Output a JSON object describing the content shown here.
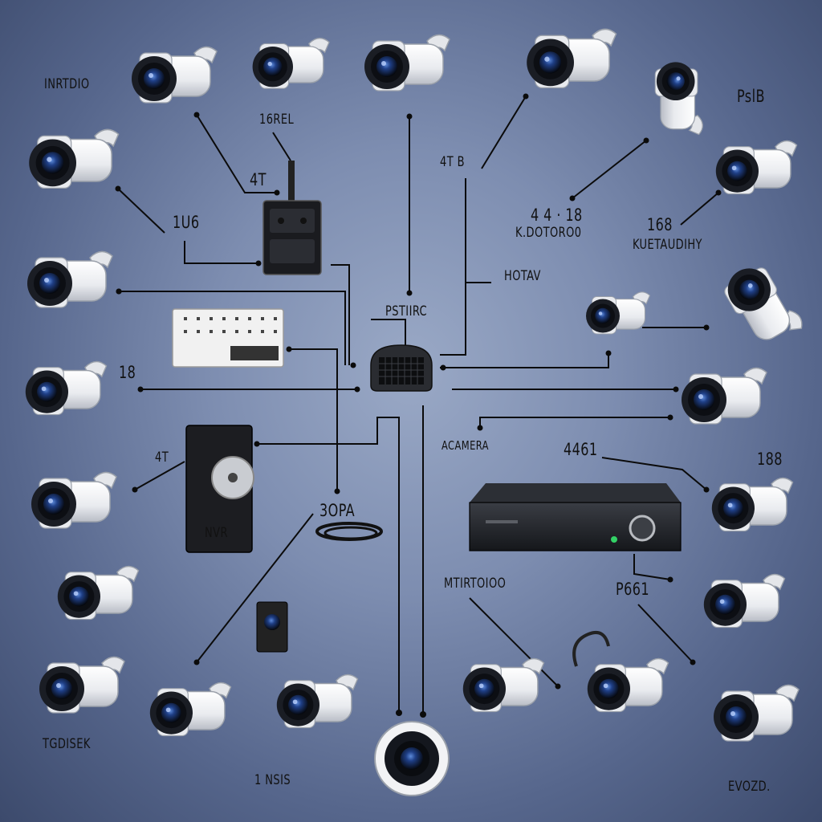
{
  "labels": {
    "top_left": "INRTDIO",
    "l_16rel": "16REL",
    "l_4t_a": "4T",
    "l_4tb": "4T B",
    "top_right": "PslB",
    "l_1u6": "1U6",
    "l_44_18": "4 4 · 18",
    "l_kdotoroo": "K.DOTORO0",
    "l_168": "168",
    "l_kuetaudiny": "KUETAUDIHY",
    "l_hotav": "HOTAV",
    "l_pstiirc": "PSTIIRC",
    "l_18": "18",
    "l_acamera": "ACAMERA",
    "l_4461": "4461",
    "l_188": "188",
    "l_4t_b": "4T",
    "l_nvr": "NVR",
    "l_30pa": "3OPA",
    "l_mtirtoioo": "MTIRTOIOO",
    "l_p661": "P661",
    "bottom_left": "TGDISEK",
    "bottom_mid": "1 NSIS",
    "bottom_right": "EVOZD."
  },
  "devices": {
    "poe_switch": "switch-device",
    "power_adapter": "adapter-device",
    "network_hub": "hub-device",
    "hard_drive": "hdd-device",
    "nvr_recorder": "nvr-device",
    "cable_coil": "cable-device",
    "small_sensor": "sensor-device"
  },
  "colors": {
    "camera_body": "#f2f3f5",
    "lens_ring": "#1b1f2a",
    "lens_blue": "#2f58a8",
    "wire": "#0b0b0b"
  }
}
